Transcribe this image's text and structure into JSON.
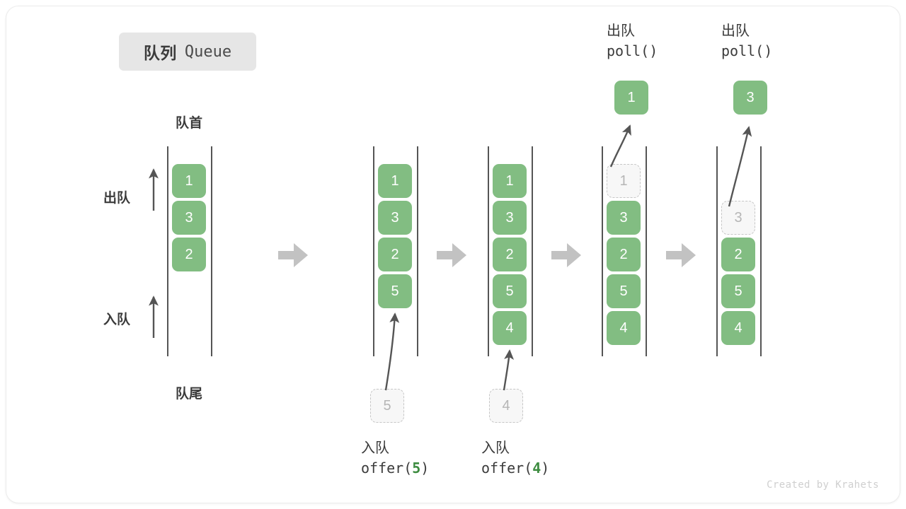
{
  "title": {
    "cn": "队列",
    "en": "Queue"
  },
  "labels": {
    "front": "队首",
    "rear": "队尾",
    "dequeue_side": "出队",
    "enqueue_side": "入队"
  },
  "credit": "Created by Krahets",
  "colors": {
    "cell_fill": "#82bd82",
    "cell_text": "#ffffff",
    "ghost_fill": "#f7f7f7",
    "ghost_border": "#c6c6c6",
    "ghost_text": "#b6b6b6",
    "rail": "#555555",
    "arrow": "#555555",
    "separator": "#c2c2c2",
    "accent_green": "#3d8c40",
    "text": "#3b3b3b",
    "badge_bg": "#e6e6e6"
  },
  "steps": [
    {
      "id": "initial",
      "cells": [
        {
          "value": "1",
          "ghost": false
        },
        {
          "value": "3",
          "ghost": false
        },
        {
          "value": "2",
          "ghost": false
        }
      ],
      "caption_cn": "",
      "caption_code": "",
      "caption_arg": "",
      "floating": null,
      "pending": null
    },
    {
      "id": "offer-5",
      "cells": [
        {
          "value": "1",
          "ghost": false
        },
        {
          "value": "3",
          "ghost": false
        },
        {
          "value": "2",
          "ghost": false
        },
        {
          "value": "5",
          "ghost": false
        }
      ],
      "caption_cn": "入队",
      "caption_code": "offer(",
      "caption_arg": "5",
      "caption_code_end": ")",
      "floating": null,
      "pending": {
        "value": "5"
      }
    },
    {
      "id": "offer-4",
      "cells": [
        {
          "value": "1",
          "ghost": false
        },
        {
          "value": "3",
          "ghost": false
        },
        {
          "value": "2",
          "ghost": false
        },
        {
          "value": "5",
          "ghost": false
        },
        {
          "value": "4",
          "ghost": false
        }
      ],
      "caption_cn": "入队",
      "caption_code": "offer(",
      "caption_arg": "4",
      "caption_code_end": ")",
      "floating": null,
      "pending": {
        "value": "4"
      }
    },
    {
      "id": "poll-1",
      "cells": [
        {
          "value": "1",
          "ghost": true
        },
        {
          "value": "3",
          "ghost": false
        },
        {
          "value": "2",
          "ghost": false
        },
        {
          "value": "5",
          "ghost": false
        },
        {
          "value": "4",
          "ghost": false
        }
      ],
      "caption_cn": "出队",
      "caption_code": "poll()",
      "caption_arg": "",
      "caption_code_end": "",
      "floating": {
        "value": "1"
      },
      "pending": null
    },
    {
      "id": "poll-3",
      "cells": [
        {
          "value": "3",
          "ghost": true
        },
        {
          "value": "2",
          "ghost": false
        },
        {
          "value": "5",
          "ghost": false
        },
        {
          "value": "4",
          "ghost": false
        }
      ],
      "caption_cn": "出队",
      "caption_code": "poll()",
      "caption_arg": "",
      "caption_code_end": "",
      "floating": {
        "value": "3"
      },
      "pending": null
    }
  ],
  "separators": [
    "arrow-right",
    "arrow-right",
    "arrow-right",
    "arrow-right"
  ]
}
